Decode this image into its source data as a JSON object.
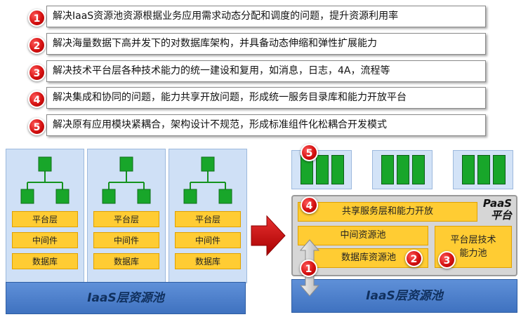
{
  "problems": [
    {
      "num": "1",
      "text": "解决IaaS资源池资源根据业务应用需求动态分配和调度的问题，提升资源利用率"
    },
    {
      "num": "2",
      "text": "解决海量数据下高并发下的对数据库架构，并具备动态伸缩和弹性扩展能力"
    },
    {
      "num": "3",
      "text": "解决技术平台层各种技术能力的统一建设和复用，如消息，日志，4A，流程等"
    },
    {
      "num": "4",
      "text": "解决集成和协同的问题，能力共享开放问题，形成统一服务目录库和能力开放平台"
    },
    {
      "num": "5",
      "text": "解决原有应用模块紧耦合，架构设计不规范，形成标准组件化松耦合开发模式"
    }
  ],
  "left": {
    "stack_layers": [
      "平台层",
      "中间件",
      "数据库"
    ],
    "iaas_label": "IaaS层资源池"
  },
  "right": {
    "badge_5": "5",
    "badge_4": "4",
    "badge_2": "2",
    "badge_3": "3",
    "badge_1": "1",
    "shared_service": "共享服务层和能力开放",
    "paas_label_line1": "PaaS",
    "paas_label_line2": "平台",
    "middleware_pool": "中间资源池",
    "db_pool": "数据库资源池",
    "platform_ability_line1": "平台层技术",
    "platform_ability_line2": "能力池",
    "iaas_label": "IaaS层资源池"
  },
  "colors": {
    "badge_red": "#d41010",
    "layer_yellow": "#ffcc33",
    "node_green": "#18a62a",
    "stack_blue": "#cfe0f6",
    "iaas_blue": "#4a7fcc",
    "arrow_red": "#c81414"
  }
}
